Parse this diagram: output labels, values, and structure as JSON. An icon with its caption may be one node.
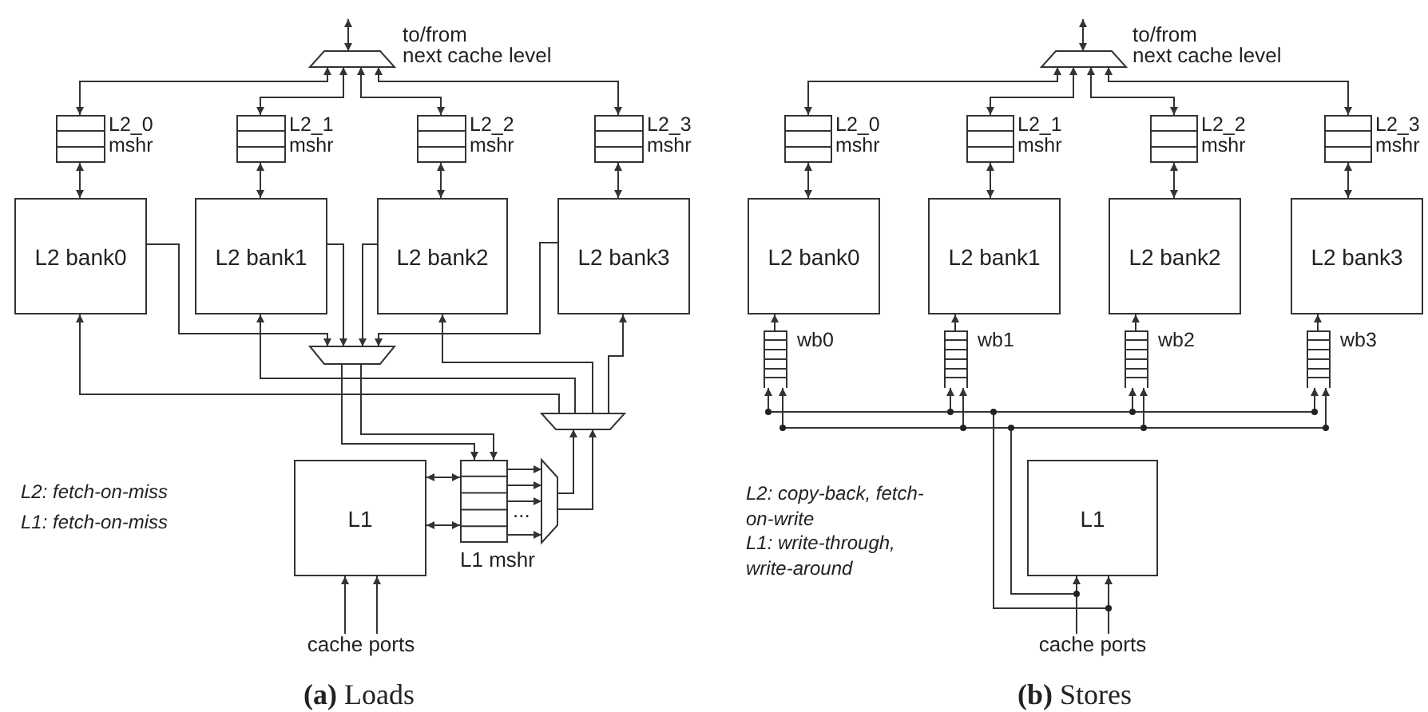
{
  "diagram": {
    "nodes": [
      {
        "text": [],
        "shape": "trapezoid"
      },
      {
        "text": [
          "L2_0 mshr"
        ]
      },
      {
        "text": [
          "L2_1 mshr"
        ]
      },
      {
        "text": [
          "L2_2 mshr"
        ]
      },
      {
        "text": [
          "L2_3 mshr"
        ]
      },
      {
        "text": [
          "L2 bank0"
        ]
      },
      {
        "text": [
          "L2 bank1"
        ]
      },
      {
        "text": [
          "L2 bank2"
        ]
      },
      {
        "text": [
          "L2 bank3"
        ]
      },
      {
        "text": [],
        "shape": "trapezoid"
      },
      {
        "text": [],
        "shape": "trapezoid"
      },
      {
        "text": [
          "L1"
        ]
      },
      {
        "text": [
          "L1 mshr"
        ]
      },
      {
        "text": [],
        "shape": "trapezoid"
      },
      {
        "text": [
          "cache ports"
        ]
      },
      {
        "text": [],
        "shape": "trapezoid"
      },
      {
        "text": [
          "L2_0 mshr"
        ]
      },
      {
        "text": [
          "L2_1 mshr"
        ]
      },
      {
        "text": [
          "L2_2 mshr"
        ]
      },
      {
        "text": [
          "L2_3 mshr"
        ]
      },
      {
        "text": [
          "L2 bank0"
        ]
      },
      {
        "text": [
          "L2 bank1"
        ]
      },
      {
        "text": [
          "L2 bank2"
        ]
      },
      {
        "text": [
          "L2 bank3"
        ]
      },
      {
        "text": [
          "wb0"
        ]
      },
      {
        "text": [
          "wb1"
        ]
      },
      {
        "text": [
          "wb2"
        ]
      },
      {
        "text": [
          "wb3"
        ]
      },
      {
        "text": [
          "L1"
        ]
      },
      {
        "text": [
          "cache ports"
        ]
      }
    ],
    "edges": [
      {
        "from": null,
        "to": 0,
        "arrow": "both"
      },
      {
        "from": 0,
        "to": 1,
        "arrow": "both"
      },
      {
        "from": 0,
        "to": 2,
        "arrow": "both"
      },
      {
        "from": 0,
        "to": 3,
        "arrow": "both"
      },
      {
        "from": 0,
        "to": 4,
        "arrow": "both"
      },
      {
        "from": 1,
        "to": 5,
        "arrow": "both"
      },
      {
        "from": 2,
        "to": 6,
        "arrow": "both"
      },
      {
        "from": 3,
        "to": 7,
        "arrow": "both"
      },
      {
        "from": 4,
        "to": 8,
        "arrow": "both"
      },
      {
        "from": 5,
        "to": 9,
        "arrow": "to"
      },
      {
        "from": 6,
        "to": 9,
        "arrow": "to"
      },
      {
        "from": 7,
        "to": 9,
        "arrow": "to"
      },
      {
        "from": 8,
        "to": 9,
        "arrow": "to"
      },
      {
        "from": 9,
        "to": 12,
        "arrow": "to"
      },
      {
        "from": 9,
        "to": 12,
        "arrow": "to"
      },
      {
        "from": 10,
        "to": 5,
        "arrow": "to"
      },
      {
        "from": 10,
        "to": 6,
        "arrow": "to"
      },
      {
        "from": 10,
        "to": 7,
        "arrow": "to"
      },
      {
        "from": 10,
        "to": 8,
        "arrow": "to"
      },
      {
        "from": 11,
        "to": 12,
        "arrow": "both"
      },
      {
        "from": 11,
        "to": 12,
        "arrow": "both"
      },
      {
        "from": 12,
        "to": 13,
        "arrow": "to"
      },
      {
        "from": 12,
        "to": 13,
        "arrow": "to"
      },
      {
        "from": 12,
        "to": 13,
        "arrow": "to"
      },
      {
        "from": 12,
        "to": 13,
        "arrow": "to"
      },
      {
        "from": 13,
        "to": 10,
        "arrow": "to"
      },
      {
        "from": 13,
        "to": 10,
        "arrow": "to"
      },
      {
        "from": 14,
        "to": 11,
        "arrow": "to"
      },
      {
        "from": 14,
        "to": 11,
        "arrow": "to"
      },
      {
        "from": null,
        "to": 15,
        "arrow": "both"
      },
      {
        "from": 15,
        "to": 16,
        "arrow": "both"
      },
      {
        "from": 15,
        "to": 17,
        "arrow": "both"
      },
      {
        "from": 15,
        "to": 18,
        "arrow": "both"
      },
      {
        "from": 15,
        "to": 19,
        "arrow": "both"
      },
      {
        "from": 16,
        "to": 20,
        "arrow": "both"
      },
      {
        "from": 17,
        "to": 21,
        "arrow": "both"
      },
      {
        "from": 18,
        "to": 22,
        "arrow": "both"
      },
      {
        "from": 19,
        "to": 23,
        "arrow": "both"
      },
      {
        "from": 24,
        "to": 20,
        "arrow": "to"
      },
      {
        "from": 25,
        "to": 21,
        "arrow": "to"
      },
      {
        "from": 26,
        "to": 22,
        "arrow": "to"
      },
      {
        "from": 27,
        "to": 23,
        "arrow": "to"
      },
      {
        "from": 29,
        "to": 28,
        "arrow": "to"
      },
      {
        "from": 29,
        "to": 28,
        "arrow": "to"
      },
      {
        "from": 29,
        "to": 24,
        "arrow": "to"
      },
      {
        "from": 29,
        "to": 24,
        "arrow": "to"
      },
      {
        "from": 29,
        "to": 25,
        "arrow": "to"
      },
      {
        "from": 29,
        "to": 25,
        "arrow": "to"
      },
      {
        "from": 29,
        "to": 26,
        "arrow": "to"
      },
      {
        "from": 29,
        "to": 26,
        "arrow": "to"
      },
      {
        "from": 29,
        "to": 27,
        "arrow": "to"
      },
      {
        "from": 29,
        "to": 27,
        "arrow": "to"
      }
    ],
    "labels": [
      "to/from",
      "next cache level",
      "L2: fetch-on-miss",
      "L1: fetch-on-miss",
      "...",
      "**(a)** Loads",
      "to/from",
      "next cache level",
      "L2: copy-back, fetch-on-write",
      "L1: write-through, write-around",
      "**(b)** Stores"
    ]
  }
}
